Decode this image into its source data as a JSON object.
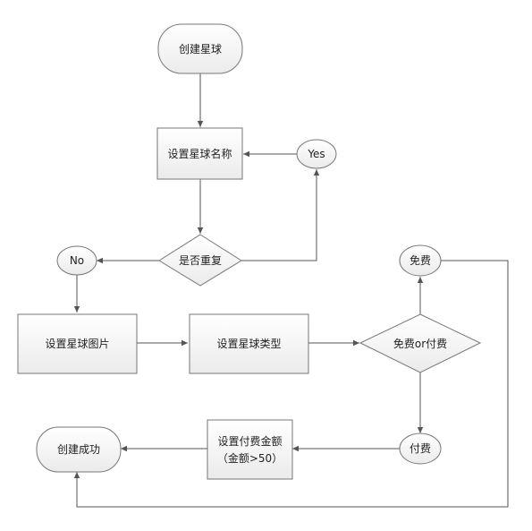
{
  "nodes": {
    "create_planet": "创建星球",
    "set_name": "设置星球名称",
    "is_duplicate": "是否重复",
    "yes": "Yes",
    "no": "No",
    "set_image": "设置星球图片",
    "set_type": "设置星球类型",
    "free_or_paid": "免费or付费",
    "free": "免费",
    "paid": "付费",
    "set_fee_line1": "设置付费金额",
    "set_fee_line2": "（金额>50）",
    "create_success": "创建成功"
  }
}
